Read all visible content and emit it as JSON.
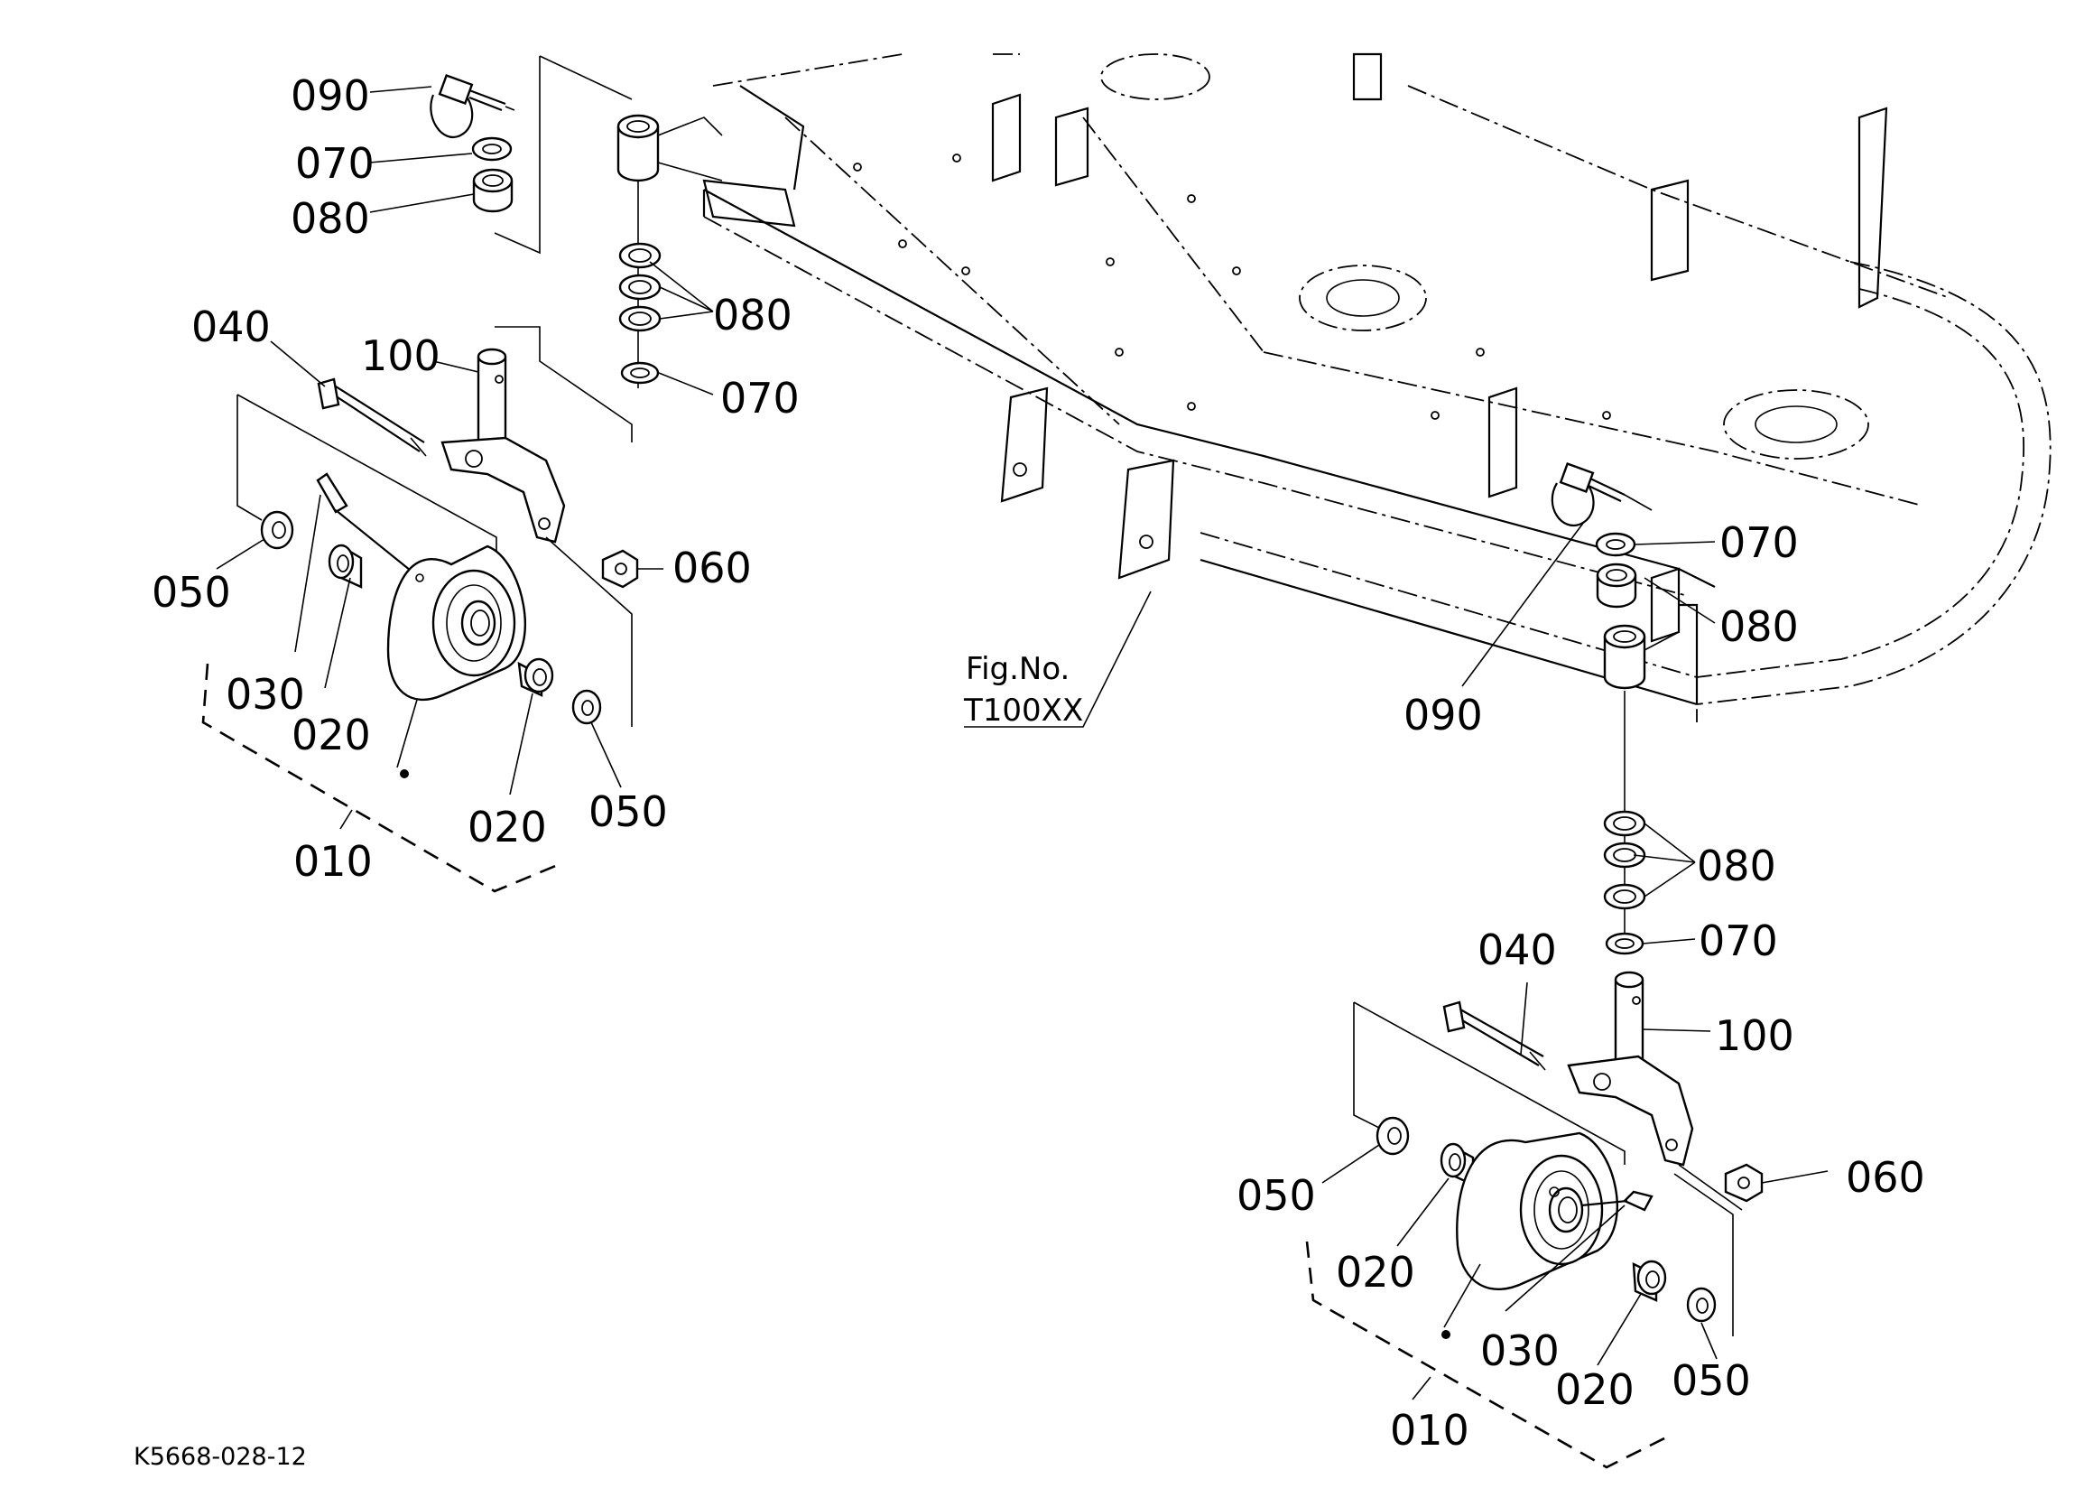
{
  "figure_reference": {
    "line1": "Fig.No.",
    "line2": "T100XX"
  },
  "drawing_code": "K5668-028-12",
  "left_assembly": {
    "labels": {
      "p090": "090",
      "p070_top": "070",
      "p080_top": "080",
      "p040": "040",
      "p100": "100",
      "p080_stack": "080",
      "p070_mid": "070",
      "p050_left": "050",
      "p060": "060",
      "p030": "030",
      "p020_left": "020",
      "p020_right": "020",
      "p050_right": "050",
      "p010": "010"
    }
  },
  "right_assembly": {
    "labels": {
      "p070_top": "070",
      "p080_top": "080",
      "p090": "090",
      "p080_stack": "080",
      "p070_mid": "070",
      "p040": "040",
      "p100": "100",
      "p060": "060",
      "p050_left": "050",
      "p020_left": "020",
      "p030": "030",
      "p020_right": "020",
      "p050_right": "050",
      "p010": "010"
    }
  }
}
